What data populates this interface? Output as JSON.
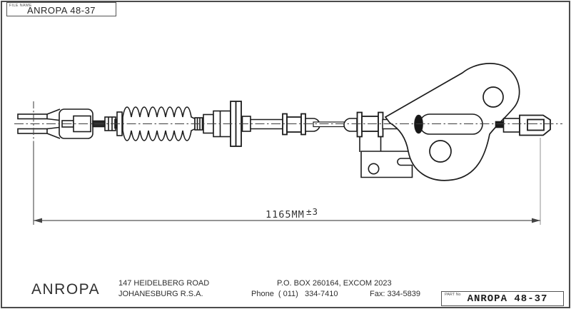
{
  "file_name_box": {
    "label": "FILE NAME",
    "value": "ANROPA 48-37"
  },
  "drawing": {
    "dimension": {
      "value": "1165MM",
      "tolerance": "±3"
    }
  },
  "title_block": {
    "company": "ANROPA",
    "address_line1": "147 HEIDELBERG ROAD",
    "address_line2": "JOHANESBURG R.S.A.",
    "po_box": "P.O. BOX 260164, EXCOM 2023",
    "phone": "Phone  ( 011)   334-7410",
    "fax": "Fax: 334-5839",
    "part_label": "PART No",
    "part_number": "ANROPA 48-37"
  },
  "colors": {
    "line": "#1c1c1c",
    "border": "#4b4b4b",
    "dim_line": "#555555",
    "extension_gray": "#b5b5b5"
  }
}
